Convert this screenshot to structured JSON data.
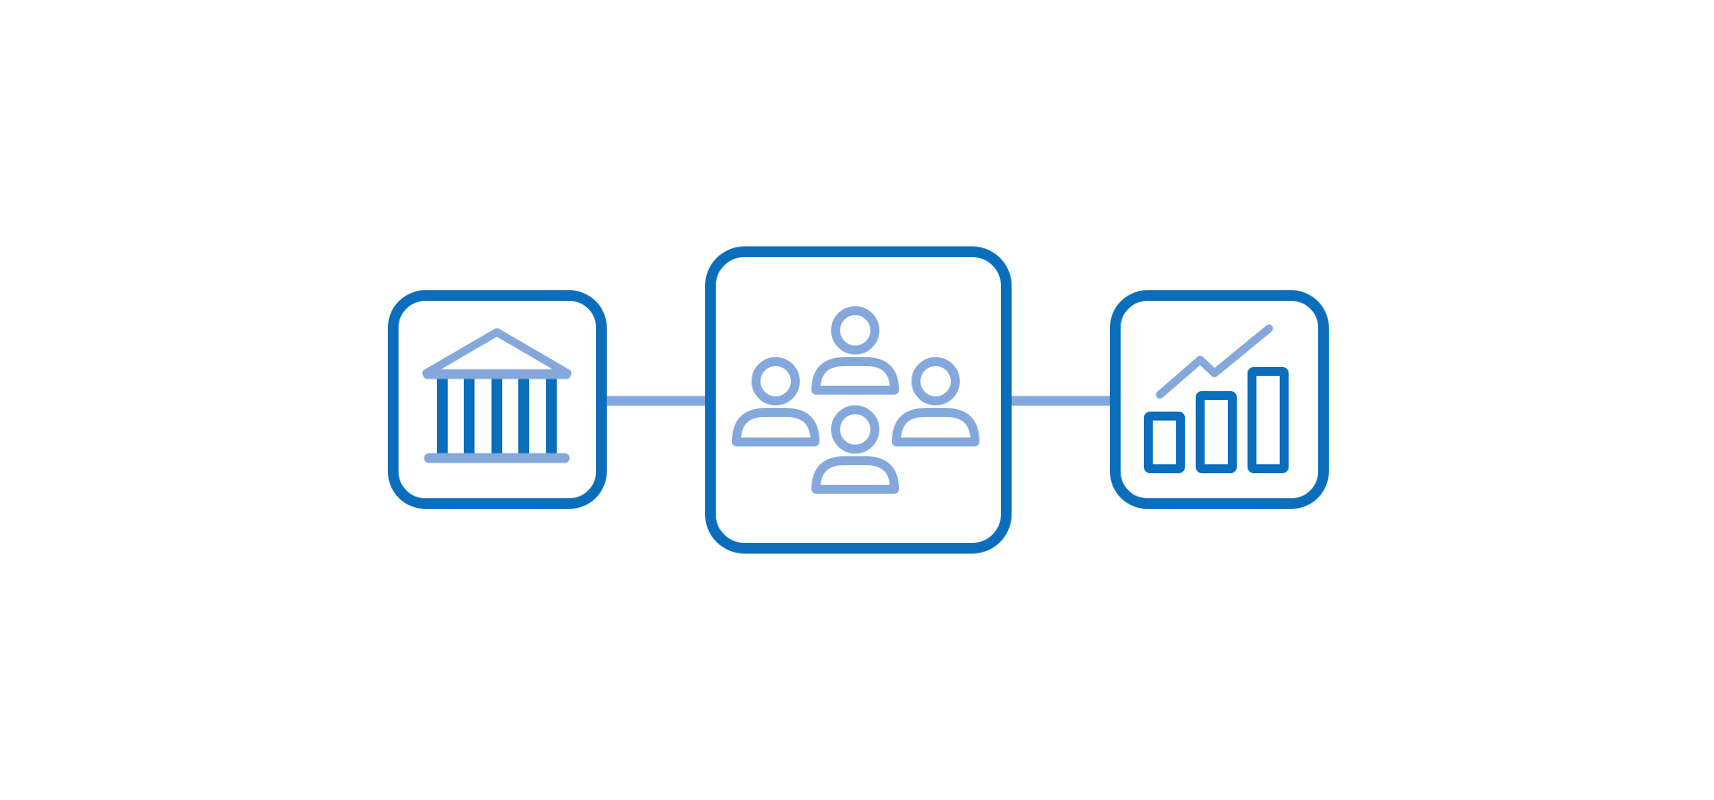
{
  "colors": {
    "primary": "#0a6ebd",
    "secondary": "#84a8dc",
    "background": "#ffffff"
  },
  "diagram": {
    "nodes": [
      {
        "id": "institution",
        "icon": "bank-icon"
      },
      {
        "id": "community",
        "icon": "people-group-icon"
      },
      {
        "id": "growth",
        "icon": "bar-chart-growth-icon"
      }
    ],
    "edges": [
      {
        "from": "institution",
        "to": "community"
      },
      {
        "from": "community",
        "to": "growth"
      }
    ]
  }
}
